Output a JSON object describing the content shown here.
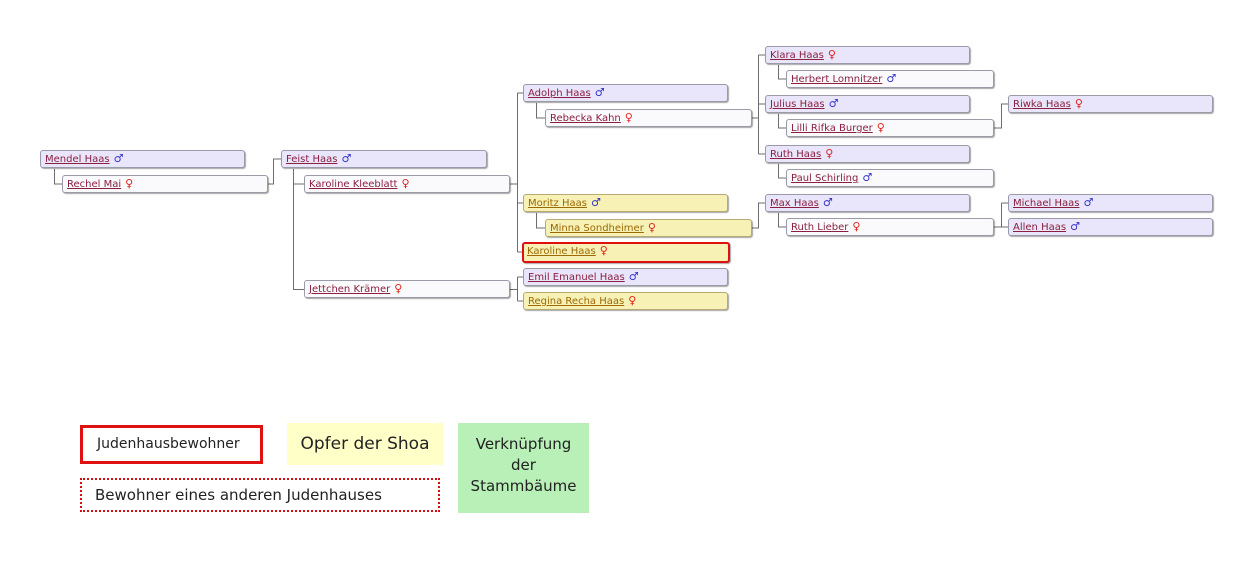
{
  "symbols": {
    "male": "♂",
    "female": "♀"
  },
  "colors": {
    "male_box": "#e9e6fb",
    "female_box": "#fafafd",
    "victim_box": "#f7f1b6",
    "resident_border": "#e01010",
    "link_text": "#8a1f3e",
    "legend_victim": "#ffffc8",
    "legend_link": "#b8f0b8"
  },
  "people": {
    "mendel": {
      "name": "Mendel Haas",
      "sex": "male"
    },
    "rechel": {
      "name": "Rechel Mai",
      "sex": "female"
    },
    "feist": {
      "name": "Feist Haas",
      "sex": "male"
    },
    "karoline_k": {
      "name": "Karoline Kleeblatt",
      "sex": "female"
    },
    "jettchen": {
      "name": "Jettchen Krämer",
      "sex": "female"
    },
    "adolph": {
      "name": "Adolph Haas",
      "sex": "male"
    },
    "rebecka": {
      "name": "Rebecka Kahn",
      "sex": "female"
    },
    "moritz": {
      "name": "Moritz Haas",
      "sex": "male",
      "victim": true
    },
    "minna": {
      "name": "Minna Sondheimer",
      "sex": "female",
      "victim": true
    },
    "karoline_h": {
      "name": "Karoline Haas",
      "sex": "female",
      "victim": true,
      "resident": true
    },
    "emil": {
      "name": "Emil Emanuel Haas",
      "sex": "male"
    },
    "regina": {
      "name": "Regina Recha Haas",
      "sex": "female",
      "victim": true
    },
    "klara": {
      "name": "Klara Haas",
      "sex": "female"
    },
    "herbert": {
      "name": "Herbert Lomnitzer",
      "sex": "male"
    },
    "julius": {
      "name": "Julius Haas",
      "sex": "male"
    },
    "lilli": {
      "name": "Lilli Rifka Burger",
      "sex": "female"
    },
    "ruth_h": {
      "name": "Ruth Haas",
      "sex": "female"
    },
    "paul": {
      "name": "Paul Schirling",
      "sex": "male"
    },
    "max": {
      "name": "Max Haas",
      "sex": "male"
    },
    "ruth_l": {
      "name": "Ruth Lieber",
      "sex": "female"
    },
    "riwka": {
      "name": "Riwka Haas",
      "sex": "female"
    },
    "michael": {
      "name": "Michael Haas",
      "sex": "male"
    },
    "allen": {
      "name": "Allen Haas",
      "sex": "male"
    }
  },
  "legend": {
    "resident": "Judenhausbewohner",
    "victim": "Opfer der Shoa",
    "link": "Verknüpfung der Stammbäume",
    "other_house": "Bewohner eines anderen Judenhauses"
  }
}
